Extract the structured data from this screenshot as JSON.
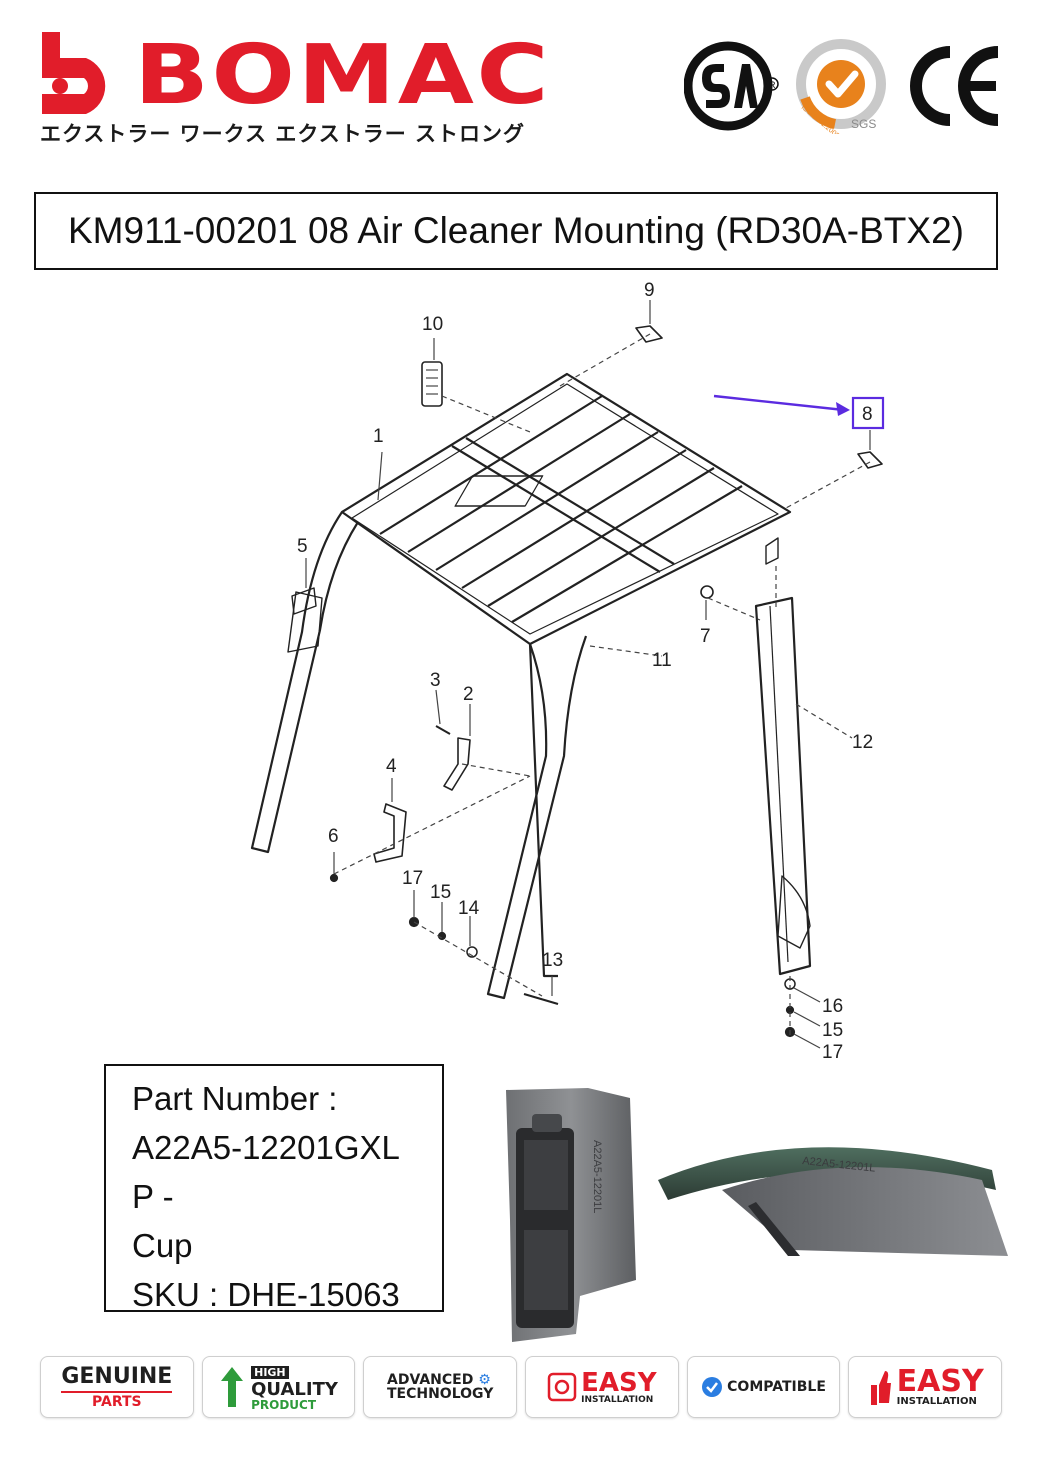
{
  "header": {
    "brand_name": "BOMAC",
    "brand_tagline": "エクストラー ワークス エクストラー ストロング",
    "cert_logos": [
      "csa-logo",
      "iso-9001-2008-sgs-logo",
      "ce-logo"
    ],
    "iso_logo_text": "ISO 9001:2008",
    "iso_logo_sgs": "SGS",
    "brand_color": "#e11d2a"
  },
  "title": "KM911-00201 08 Air Cleaner Mounting (RD30A-BTX2)",
  "diagram": {
    "callouts": [
      "1",
      "2",
      "3",
      "4",
      "5",
      "6",
      "7",
      "8",
      "9",
      "10",
      "11",
      "12",
      "13",
      "14",
      "15",
      "15",
      "16",
      "17",
      "17"
    ],
    "highlighted_callout": "8",
    "highlight_color": "#5b2be0"
  },
  "part_info": {
    "lines": [
      "Part Number :",
      "A22A5-12201GXL",
      "P -",
      "Cup",
      "SKU : DHE-15063"
    ]
  },
  "photos": {
    "left_engraving": "A22A5-12201L",
    "right_engraving": "A22A5-12201L"
  },
  "badges": [
    {
      "line1": "GENUINE",
      "line2": "PARTS"
    },
    {
      "line1": "HIGH",
      "line2": "QUALITY",
      "line3": "PRODUCT"
    },
    {
      "line1": "ADVANCED",
      "line2": "TECHNOLOGY"
    },
    {
      "line1": "EASY",
      "line2": "INSTALLATION"
    },
    {
      "line1": "COMPATIBLE"
    },
    {
      "line1": "EASY",
      "line2": "INSTALLATION"
    }
  ]
}
